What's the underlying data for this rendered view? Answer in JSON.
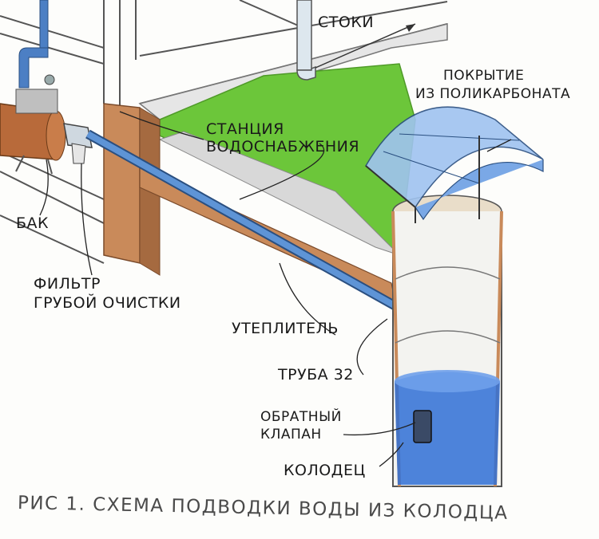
{
  "labels": {
    "stoki": "СТОКИ",
    "pokrytie_line1": "ПОКРЫТИЕ",
    "pokrytie_line2": "ИЗ ПОЛИКАРБОНАТА",
    "stantsiya_line1": "СТАНЦИЯ",
    "stantsiya_line2": "ВОДОСНАБЖЕНИЯ",
    "bak": "БАК",
    "filtr_line1": "ФИЛЬТР",
    "filtr_line2": "ГРУБОЙ ОЧИСТКИ",
    "uteplitel": "УТЕПЛИТЕЛЬ",
    "truba": "ТРУБА 32",
    "klapan_line1": "ОБРАТНЫЙ",
    "klapan_line2": "КЛАПАН",
    "kolodets": "КОЛОДЕЦ"
  },
  "caption": "РИС 1. СХЕМА ПОДВОДКИ ВОДЫ ИЗ КОЛОДЦА",
  "colors": {
    "ground": "#6cc63a",
    "water": "#2f6fd6",
    "wall": "#c98a5a",
    "pipe": "#4c7fc4",
    "tank": "#b86a3a"
  }
}
